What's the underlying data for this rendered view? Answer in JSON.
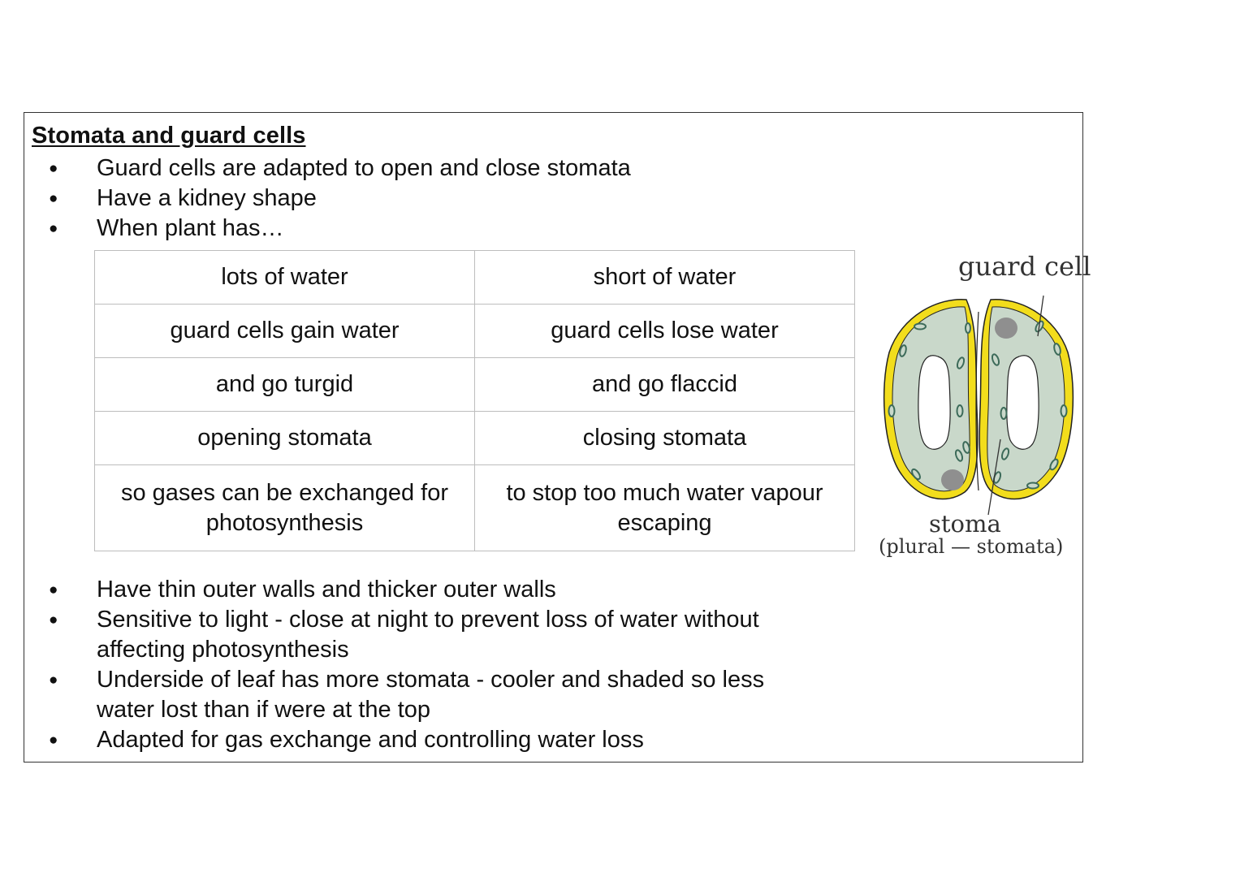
{
  "title": "Stomata and guard cells",
  "intro_bullets": [
    "Guard cells are adapted to open and close stomata",
    "Have a kidney shape",
    "When plant has…"
  ],
  "table": {
    "rows": [
      [
        "lots of water",
        "short of water"
      ],
      [
        "guard cells gain water",
        "guard cells lose water"
      ],
      [
        "and go turgid",
        "and go flaccid"
      ],
      [
        "opening stomata",
        "closing stomata"
      ],
      [
        "so gases can be exchanged for photosynthesis",
        "to stop too much water vapour escaping"
      ]
    ]
  },
  "outro_bullets": [
    "Have thin outer walls and thicker outer walls",
    "Sensitive to light - close at night to prevent loss of water without affecting photosynthesis",
    "Underside of leaf has more stomata - cooler and shaded so less water lost than if were at the top",
    "Adapted for gas exchange and controlling water loss"
  ],
  "diagram": {
    "label_guard_cell": "guard cell",
    "label_stoma": "stoma",
    "label_plural": "(plural — stomata)",
    "colors": {
      "cell_wall": "#f2dd1c",
      "cytoplasm": "#c9d8ca",
      "vacuole": "#ffffff",
      "chloroplast": "#3d6b5a",
      "nucleus": "#8f8f8f",
      "outline": "#222222"
    }
  }
}
